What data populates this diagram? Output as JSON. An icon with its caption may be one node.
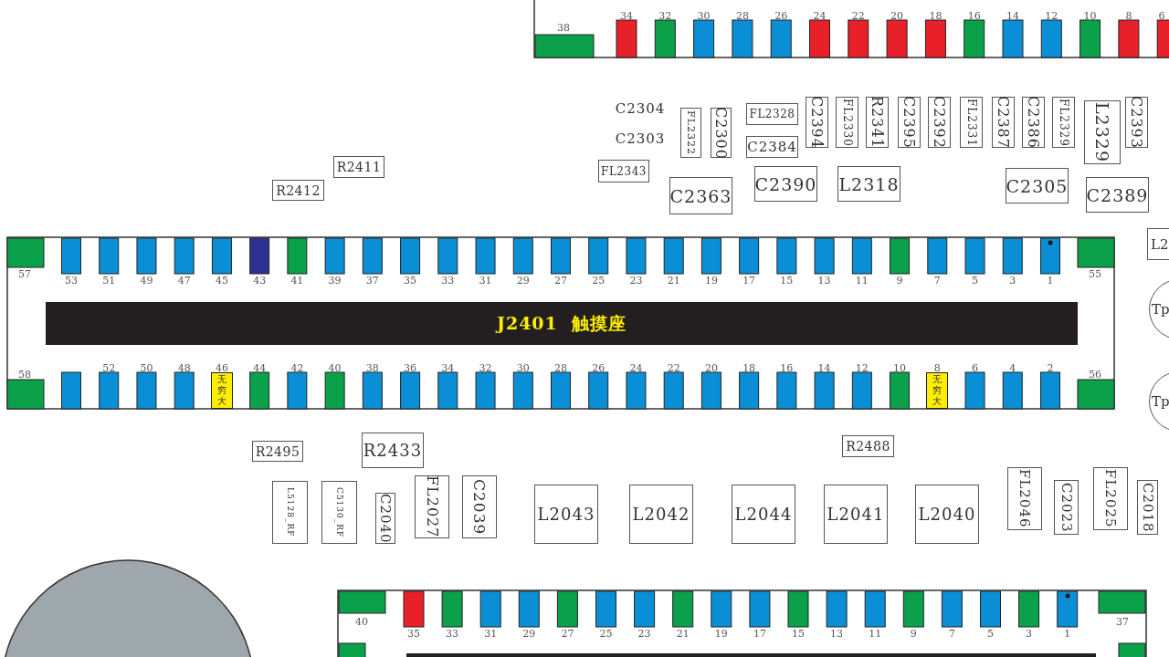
{
  "diagram": {
    "nodes": [
      {
        "text": [
          "C2394"
        ]
      },
      {
        "text": [
          "FL2330"
        ]
      },
      {
        "text": [
          "R2341"
        ]
      },
      {
        "text": [
          "C2395"
        ]
      },
      {
        "text": [
          "C2392"
        ]
      },
      {
        "text": [
          "FL2331"
        ]
      },
      {
        "text": [
          "C2387"
        ]
      },
      {
        "text": [
          "C2386"
        ]
      },
      {
        "text": [
          "FL2329"
        ]
      },
      {
        "text": [
          "C2393"
        ]
      },
      {
        "text": [
          "FL2322"
        ]
      },
      {
        "text": [
          "C2300"
        ]
      },
      {
        "text": [
          "FL2328"
        ]
      },
      {
        "text": [
          "L2329"
        ]
      },
      {
        "text": [
          "C2384"
        ]
      },
      {
        "text": [
          "R2411"
        ]
      },
      {
        "text": [
          "FL2343"
        ]
      },
      {
        "text": [
          "C2390"
        ]
      },
      {
        "text": [
          "L2318"
        ]
      },
      {
        "text": [
          "C2305"
        ]
      },
      {
        "text": [
          "R2412"
        ]
      },
      {
        "text": [
          "C2363"
        ]
      },
      {
        "text": [
          "C2389"
        ]
      },
      {
        "text": [
          "L2"
        ]
      },
      {
        "text": [
          "J2401  触摸座"
        ]
      },
      {
        "text": [
          "Tp"
        ]
      },
      {
        "text": [
          "无穷大"
        ]
      },
      {
        "text": [
          "无穷大"
        ]
      },
      {
        "text": [
          "Tp"
        ]
      },
      {
        "text": [
          "R2433"
        ]
      },
      {
        "text": [
          "R2488"
        ]
      },
      {
        "text": [
          "R2495"
        ]
      },
      {
        "text": [
          "FL2046"
        ]
      },
      {
        "text": [
          "FL2025"
        ]
      },
      {
        "text": [
          "FL2027"
        ]
      },
      {
        "text": [
          "C2039"
        ]
      },
      {
        "text": [
          "L5128_RF"
        ]
      },
      {
        "text": [
          "C5130_RF"
        ]
      },
      {
        "text": [
          "C2023"
        ]
      },
      {
        "text": [
          "C2018"
        ]
      },
      {
        "text": [
          "C2040"
        ]
      },
      {
        "text": [
          "L2043"
        ]
      },
      {
        "text": [
          "L2042"
        ]
      },
      {
        "text": [
          "L2044"
        ]
      },
      {
        "text": [
          "L2041"
        ]
      },
      {
        "text": [
          "L2040"
        ]
      }
    ],
    "labels": [
      "38",
      "34",
      "32",
      "30",
      "28",
      "26",
      "24",
      "22",
      "20",
      "18",
      "16",
      "14",
      "12",
      "10",
      "8",
      "6",
      "C2304",
      "C2303",
      "57",
      "53",
      "51",
      "49",
      "47",
      "45",
      "43",
      "41",
      "39",
      "37",
      "35",
      "33",
      "31",
      "29",
      "27",
      "25",
      "23",
      "21",
      "19",
      "17",
      "15",
      "13",
      "11",
      "9",
      "7",
      "5",
      "3",
      "1",
      "55",
      "58",
      "52",
      "50",
      "48",
      "46",
      "44",
      "42",
      "40",
      "38",
      "36",
      "34",
      "32",
      "30",
      "28",
      "26",
      "24",
      "22",
      "20",
      "18",
      "16",
      "14",
      "12",
      "10",
      "8",
      "6",
      "4",
      "2",
      "56",
      "40",
      "35",
      "33",
      "31",
      "29",
      "27",
      "25",
      "23",
      "21",
      "19",
      "17",
      "15",
      "13",
      "11",
      "9",
      "7",
      "5",
      "3",
      "1",
      "37"
    ]
  }
}
